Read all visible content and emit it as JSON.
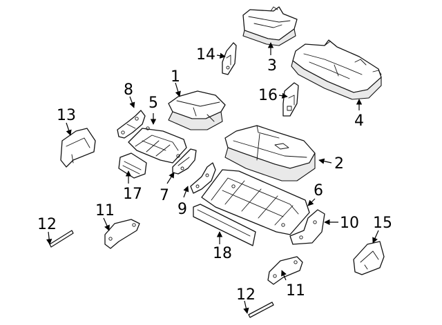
{
  "callouts": [
    {
      "id": "c1",
      "label": "1"
    },
    {
      "id": "c2",
      "label": "2"
    },
    {
      "id": "c3",
      "label": "3"
    },
    {
      "id": "c4",
      "label": "4"
    },
    {
      "id": "c5",
      "label": "5"
    },
    {
      "id": "c6",
      "label": "6"
    },
    {
      "id": "c7",
      "label": "7"
    },
    {
      "id": "c8",
      "label": "8"
    },
    {
      "id": "c9",
      "label": "9"
    },
    {
      "id": "c10",
      "label": "10"
    },
    {
      "id": "c11a",
      "label": "11"
    },
    {
      "id": "c11b",
      "label": "11"
    },
    {
      "id": "c12a",
      "label": "12"
    },
    {
      "id": "c12b",
      "label": "12"
    },
    {
      "id": "c13",
      "label": "13"
    },
    {
      "id": "c14",
      "label": "14"
    },
    {
      "id": "c15",
      "label": "15"
    },
    {
      "id": "c16",
      "label": "16"
    },
    {
      "id": "c17",
      "label": "17"
    },
    {
      "id": "c18",
      "label": "18"
    }
  ]
}
